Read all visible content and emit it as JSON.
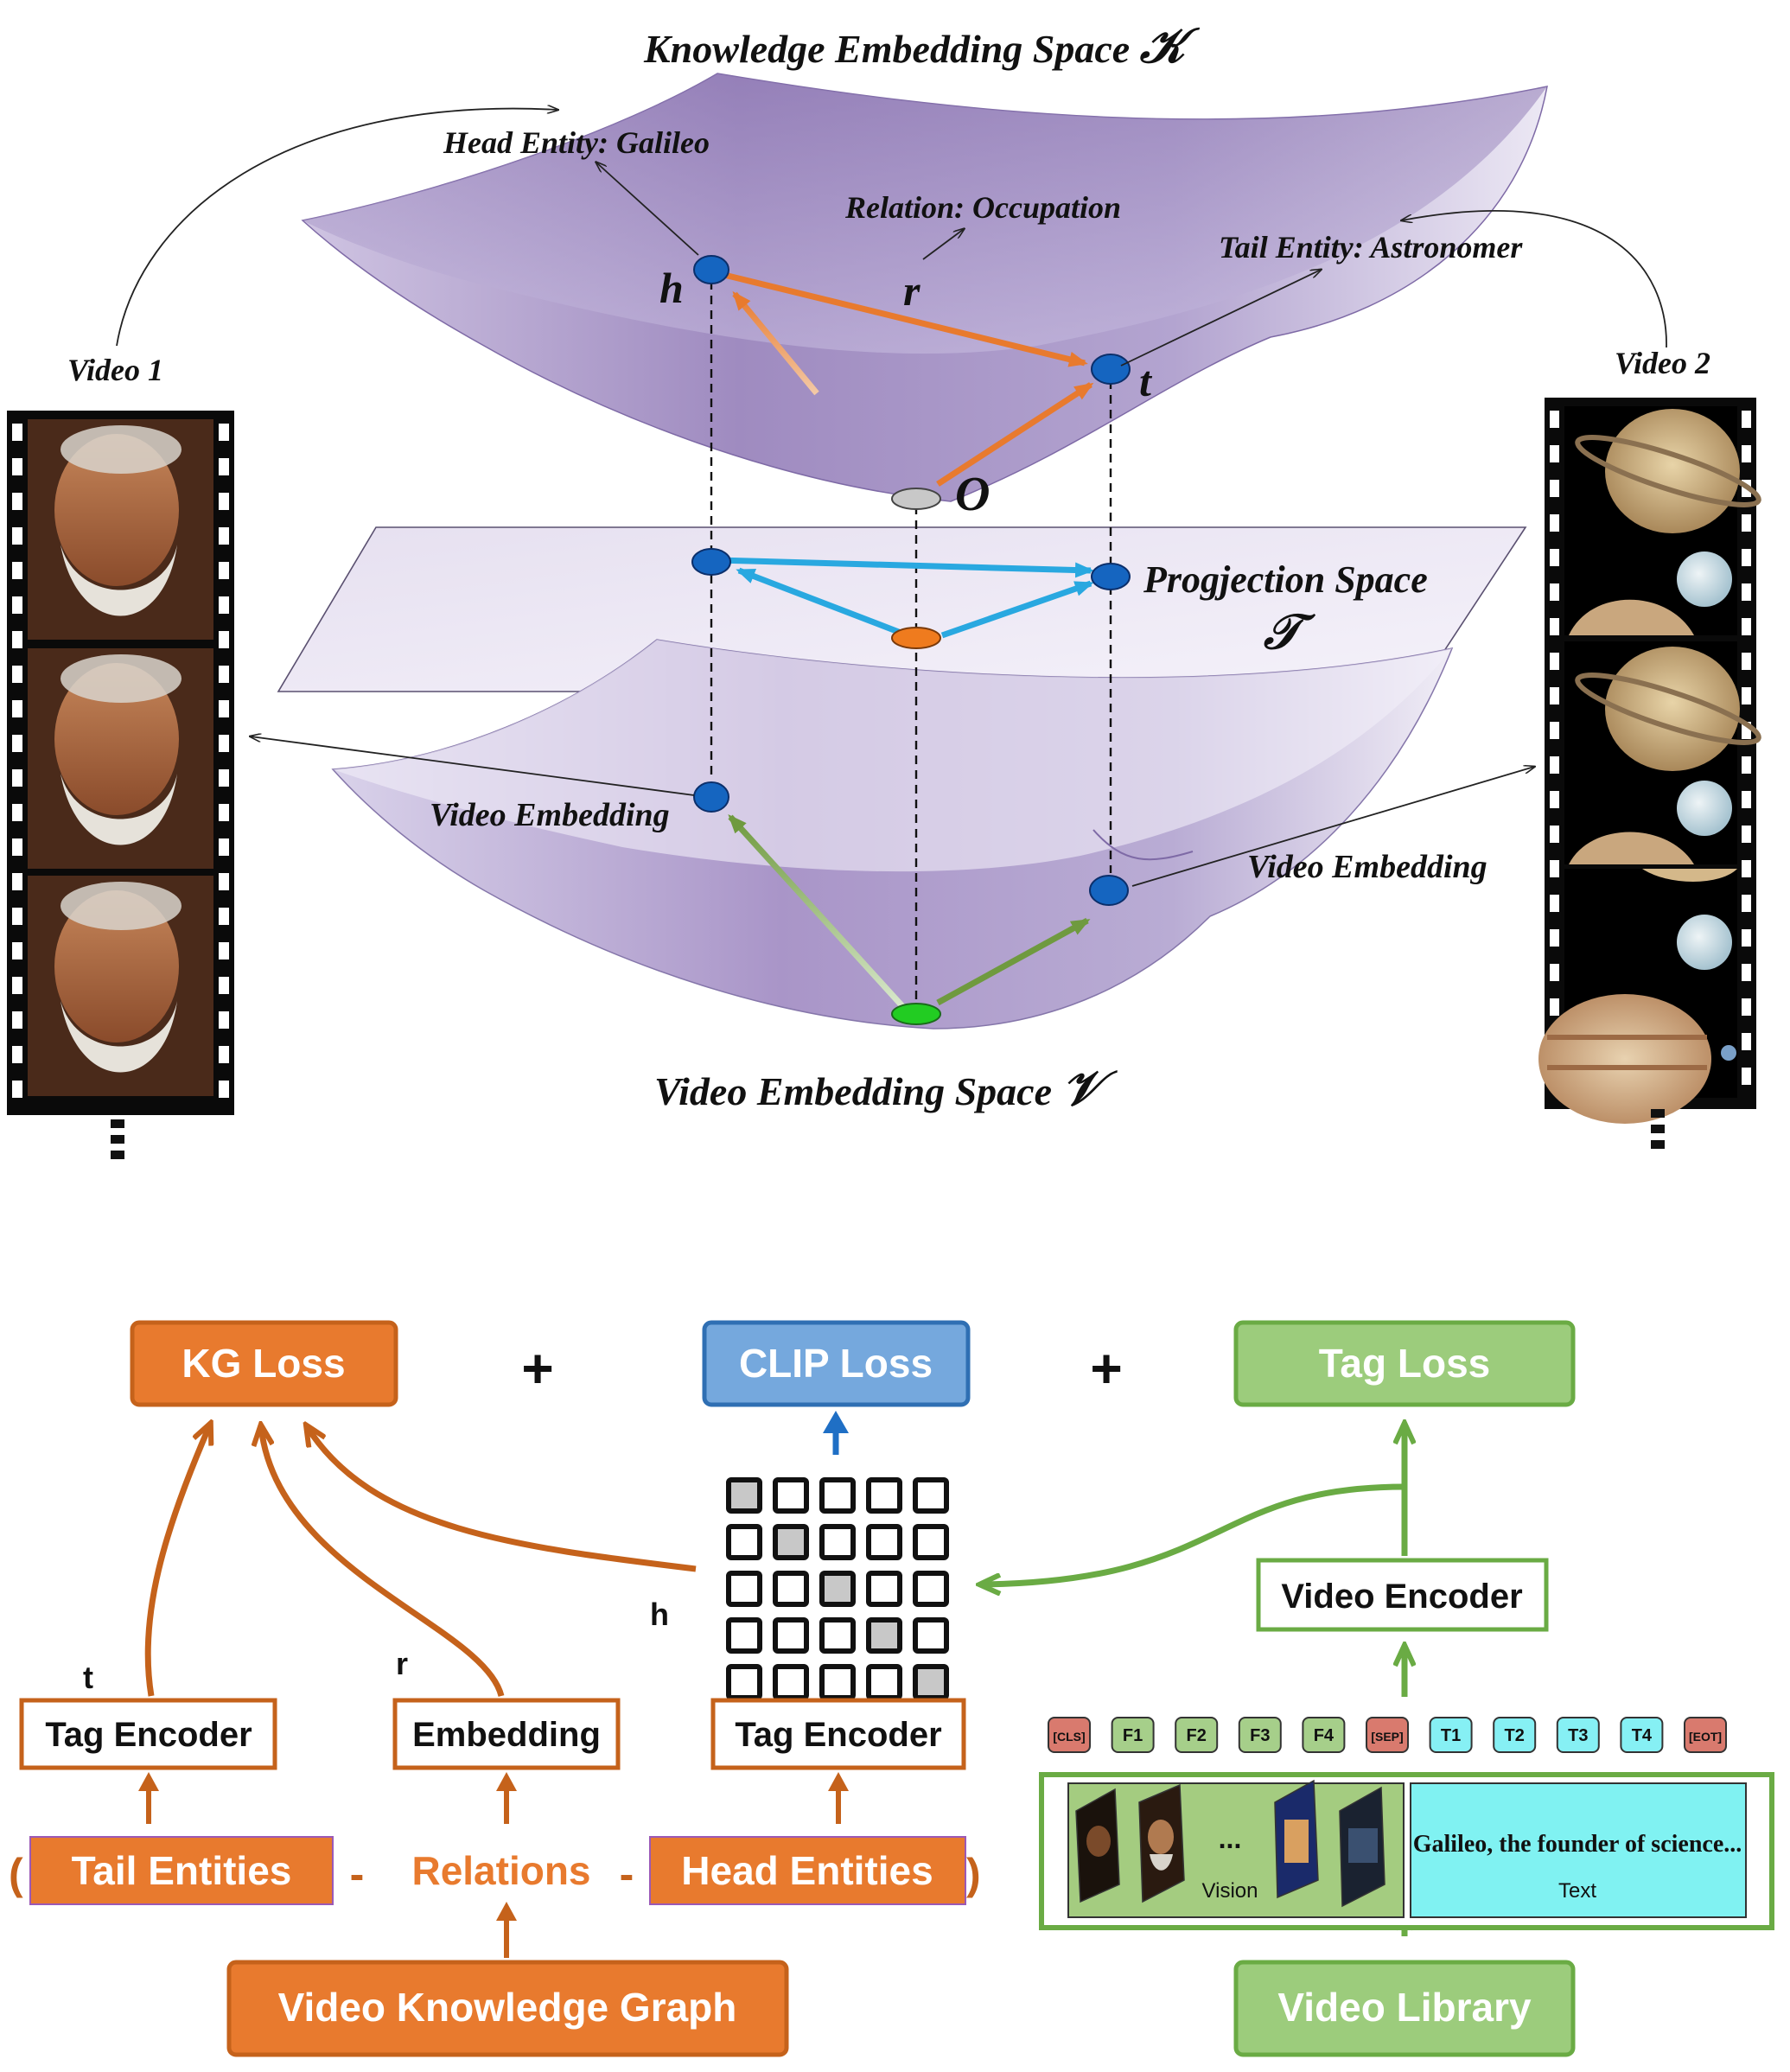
{
  "top": {
    "knowledge_space_title": "Knowledge Embedding Space",
    "knowledge_space_symbol": "𝒦",
    "projection_space_title": "Progjection Space",
    "projection_space_symbol": "𝒯",
    "video_space_title": "Video Embedding Space",
    "video_space_symbol": "𝒱",
    "head_entity_label": "Head Entity: Galileo",
    "relation_label": "Relation: Occupation",
    "tail_entity_label": "Tail Entity: Astronomer",
    "node_h": "h",
    "node_r": "r",
    "node_t": "t",
    "node_o": "O",
    "video_embedding_left": "Video Embedding",
    "video_embedding_right": "Video Embedding",
    "video1_label": "Video 1",
    "video2_label": "Video 2"
  },
  "bottom": {
    "kg_loss": "KG Loss",
    "clip_loss": "CLIP Loss",
    "tag_loss": "Tag Loss",
    "plus_1": "+",
    "plus_2": "+",
    "tag_encoder_left": "Tag Encoder",
    "embedding": "Embedding",
    "tag_encoder_mid": "Tag Encoder",
    "video_encoder": "Video Encoder",
    "label_t": "t",
    "label_r": "r",
    "label_h": "h",
    "open_paren": "(",
    "close_paren": ")",
    "dash_1": "-",
    "dash_2": "-",
    "tail_entities": "Tail Entities",
    "relations": "Relations",
    "head_entities": "Head Entities",
    "video_knowledge_graph": "Video Knowledge Graph",
    "video_library": "Video Library",
    "tokens": [
      "[CLS]",
      "F1",
      "F2",
      "F3",
      "F4",
      "[SEP]",
      "T1",
      "T2",
      "T3",
      "T4",
      "[EOT]"
    ],
    "vision_label": "Vision",
    "vision_ellipsis": "...",
    "text_content": "Galileo, the founder of science...",
    "text_label": "Text"
  },
  "colors": {
    "orange": "#e87a2e",
    "orange_dark": "#c5621b",
    "blue": "#6fa0d6",
    "blue_dark": "#2f6fb3",
    "green": "#8ec46a",
    "green_dark": "#6aab44",
    "purple_surface": "#a493c4",
    "node_blue": "#1565c0",
    "cyan": "#7ef0f0"
  }
}
